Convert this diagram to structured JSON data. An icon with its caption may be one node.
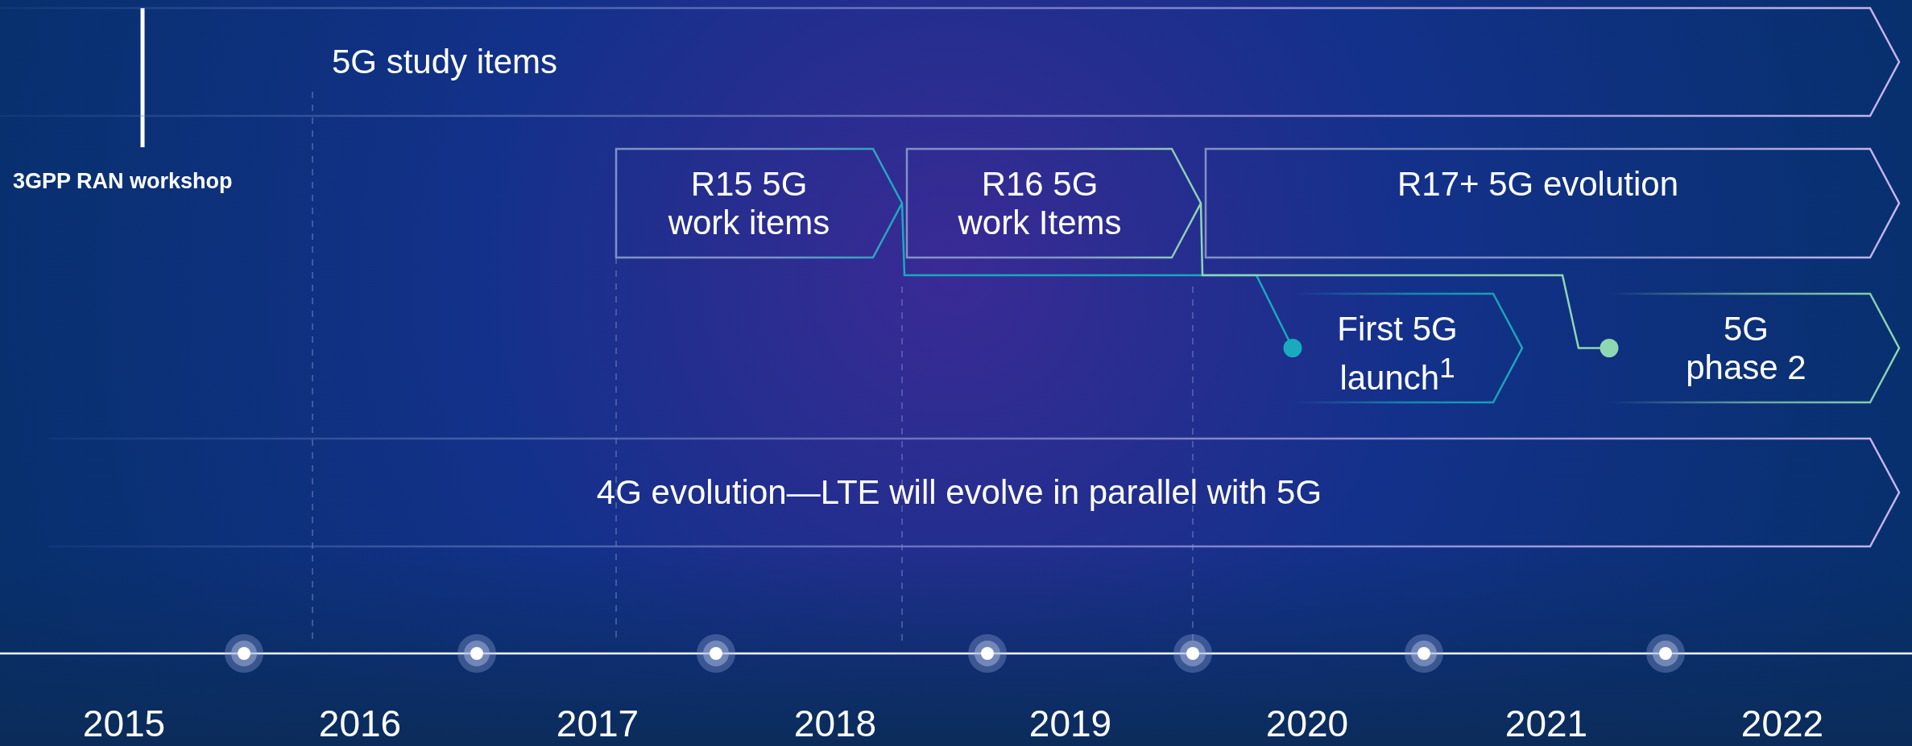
{
  "diagram": {
    "nodes": [
      {
        "text": [
          "5G study items"
        ]
      },
      {
        "text": [
          "R15 5G work items"
        ]
      },
      {
        "text": [
          "R16 5G work Items"
        ]
      },
      {
        "text": [
          "R17+ 5G evolution"
        ]
      },
      {
        "text": [
          "First 5G launch$^{1}$"
        ]
      },
      {
        "text": [
          "5G phase 2"
        ]
      },
      {
        "text": [
          "4G evolution—LTE will evolve in parallel with 5G"
        ]
      }
    ],
    "edges": [
      {
        "from": 1,
        "to": 4,
        "arrow": "other",
        "color": "#19aabd"
      },
      {
        "from": 2,
        "to": 5,
        "arrow": "other",
        "color": "#8fd6b2"
      }
    ],
    "labels": [
      "3GPP RAN workshop",
      "2015",
      "2016",
      "2017",
      "2018",
      "2019",
      "2020",
      "2021",
      "2022"
    ]
  }
}
